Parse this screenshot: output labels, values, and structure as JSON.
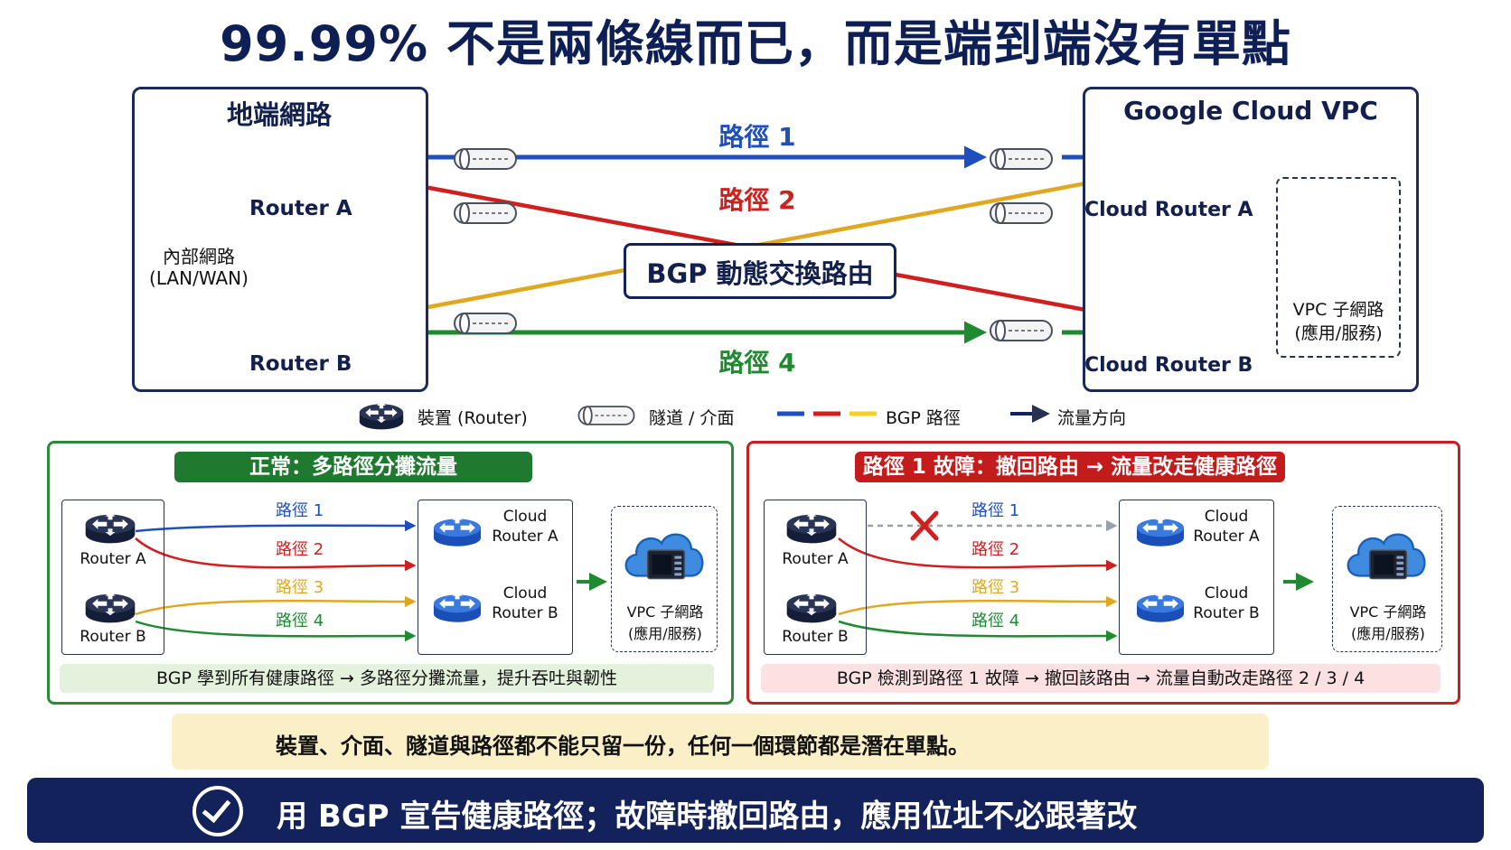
{
  "title": "99.99% 不是兩條線而已，而是端到端沒有單點",
  "onprem": {
    "title": "地端網路",
    "router_a": "Router A",
    "router_b": "Router B",
    "internal": "內部網路",
    "lan_wan": "(LAN/WAN)"
  },
  "gcp": {
    "title": "Google Cloud VPC",
    "cloud_router_a": "Cloud Router A",
    "cloud_router_b": "Cloud Router B",
    "vpc_subnet": "VPC 子網路",
    "vpc_apps": "(應用/服務)"
  },
  "paths": {
    "p1": "路徑 1",
    "p2": "路徑 2",
    "p3": "路徑 3",
    "p4": "路徑 4"
  },
  "center_label": "BGP 動態交換路由",
  "legend": {
    "device": "裝置 (Router)",
    "tunnel": "隧道 / 介面",
    "bgp": "BGP 路徑",
    "flow": "流量方向"
  },
  "normal": {
    "header": "正常：多路徑分攤流量",
    "router_a": "Router A",
    "router_b": "Router B",
    "cloud": "Cloud",
    "router_a2": "Router A",
    "router_b2": "Router B",
    "vpc": "VPC 子網路",
    "apps": "(應用/服務)",
    "summary": "BGP 學到所有健康路徑 → 多路徑分攤流量，提升吞吐與韌性"
  },
  "failure": {
    "header": "路徑 1 故障：撤回路由 → 流量改走健康路徑",
    "router_a": "Router A",
    "router_b": "Router B",
    "cloud": "Cloud",
    "router_a2": "Router A",
    "router_b2": "Router B",
    "vpc": "VPC 子網路",
    "apps": "(應用/服務)",
    "summary": "BGP 檢測到路徑 1 故障 → 撤回該路由 → 流量自動改走路徑 2 / 3 / 4"
  },
  "warning": "裝置、介面、隧道與路徑都不能只留一份，任何一個環節都是潛在單點。",
  "footer": "用 BGP 宣告健康路徑；故障時撤回路由，應用位址不必跟著改",
  "colors": {
    "navy": "#13225a",
    "blue": "#1f4fbf",
    "red": "#d01f1f",
    "yellow": "#e0a820",
    "green": "#1f8a2f"
  }
}
